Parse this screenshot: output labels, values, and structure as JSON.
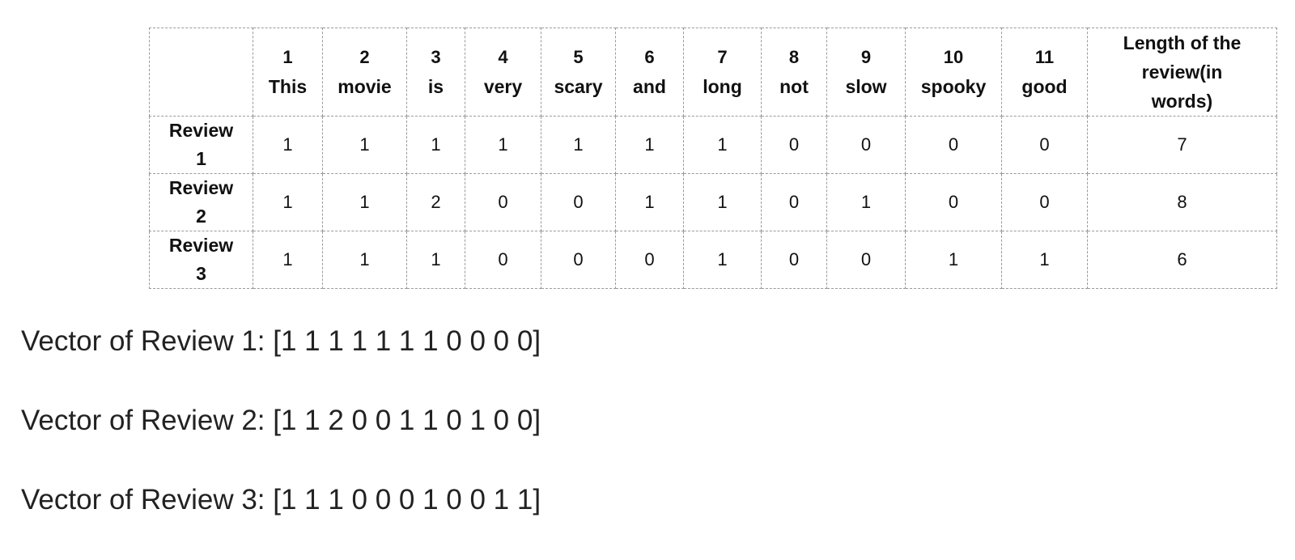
{
  "table": {
    "corner": "",
    "columns": [
      {
        "num": "1",
        "word": "This"
      },
      {
        "num": "2",
        "word": "movie"
      },
      {
        "num": "3",
        "word": "is"
      },
      {
        "num": "4",
        "word": "very"
      },
      {
        "num": "5",
        "word": "scary"
      },
      {
        "num": "6",
        "word": "and"
      },
      {
        "num": "7",
        "word": "long"
      },
      {
        "num": "8",
        "word": "not"
      },
      {
        "num": "9",
        "word": "slow"
      },
      {
        "num": "10",
        "word": "spooky"
      },
      {
        "num": "11",
        "word": "good"
      }
    ],
    "length_header": [
      "Length of the",
      "review(in",
      "words)"
    ],
    "rows": [
      {
        "label": [
          "Review",
          "1"
        ],
        "values": [
          "1",
          "1",
          "1",
          "1",
          "1",
          "1",
          "1",
          "0",
          "0",
          "0",
          "0"
        ],
        "length": "7"
      },
      {
        "label": [
          "Review",
          "2"
        ],
        "values": [
          "1",
          "1",
          "2",
          "0",
          "0",
          "1",
          "1",
          "0",
          "1",
          "0",
          "0"
        ],
        "length": "8"
      },
      {
        "label": [
          "Review",
          "3"
        ],
        "values": [
          "1",
          "1",
          "1",
          "0",
          "0",
          "0",
          "1",
          "0",
          "0",
          "1",
          "1"
        ],
        "length": "6"
      }
    ]
  },
  "vectors": [
    "Vector of Review 1: [1 1 1 1 1 1 1 0 0 0 0]",
    "Vector of Review 2: [1 1 2 0 0 1 1 0 1 0 0]",
    "Vector of Review 3: [1 1 1 0 0 0 1 0 0 1 1]"
  ],
  "colors": {
    "border": "#9a9a9a",
    "text": "#222222"
  }
}
